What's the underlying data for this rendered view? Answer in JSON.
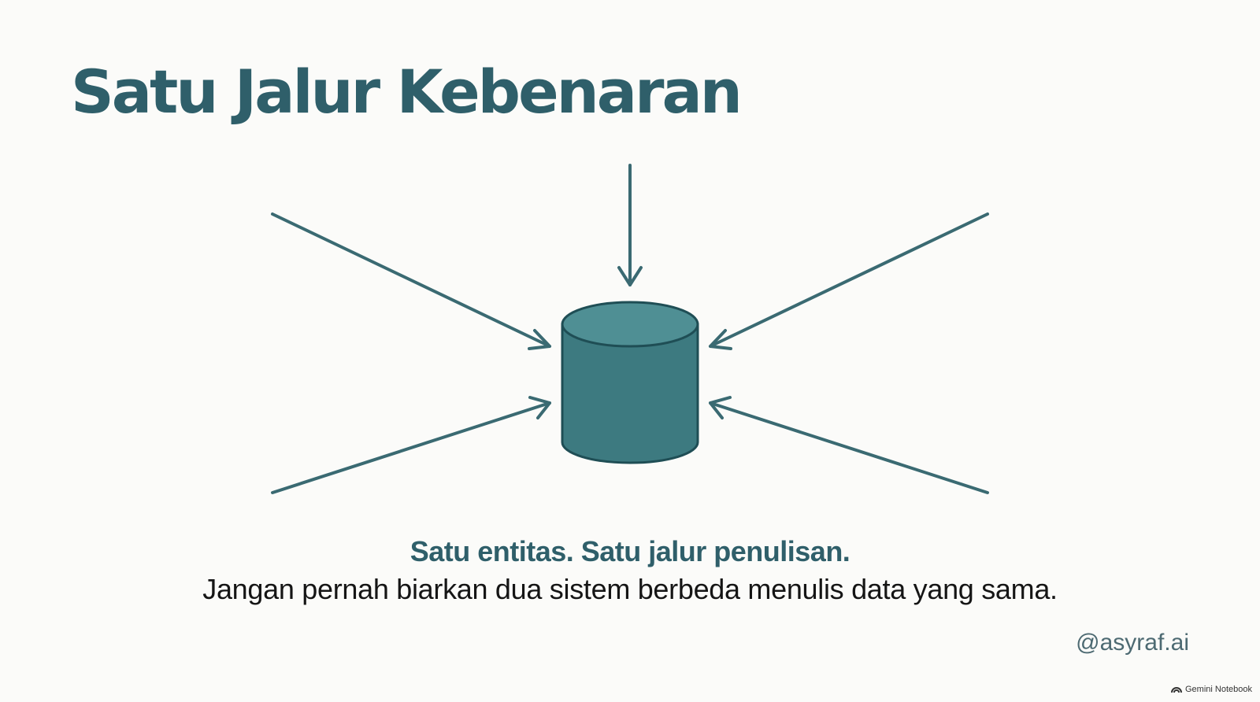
{
  "slide": {
    "title": "Satu Jalur Kebenaran",
    "caption_bold": "Satu entitas. Satu jalur penulisan.",
    "caption_regular": "Jangan pernah biarkan dua sistem berbeda menulis data yang sama.",
    "handle": "@asyraf.ai"
  },
  "branding": {
    "label": "Gemini Notebook",
    "icon": "notebook-logo-icon"
  },
  "colors": {
    "accent": "#2f5f6a",
    "arrow": "#3a6a72",
    "cylinder_fill": "#3d7a80",
    "cylinder_top": "#4f8f94",
    "background": "#fbfbf9"
  },
  "diagram": {
    "center_icon": "database-cylinder-icon",
    "arrow_count": 5
  }
}
